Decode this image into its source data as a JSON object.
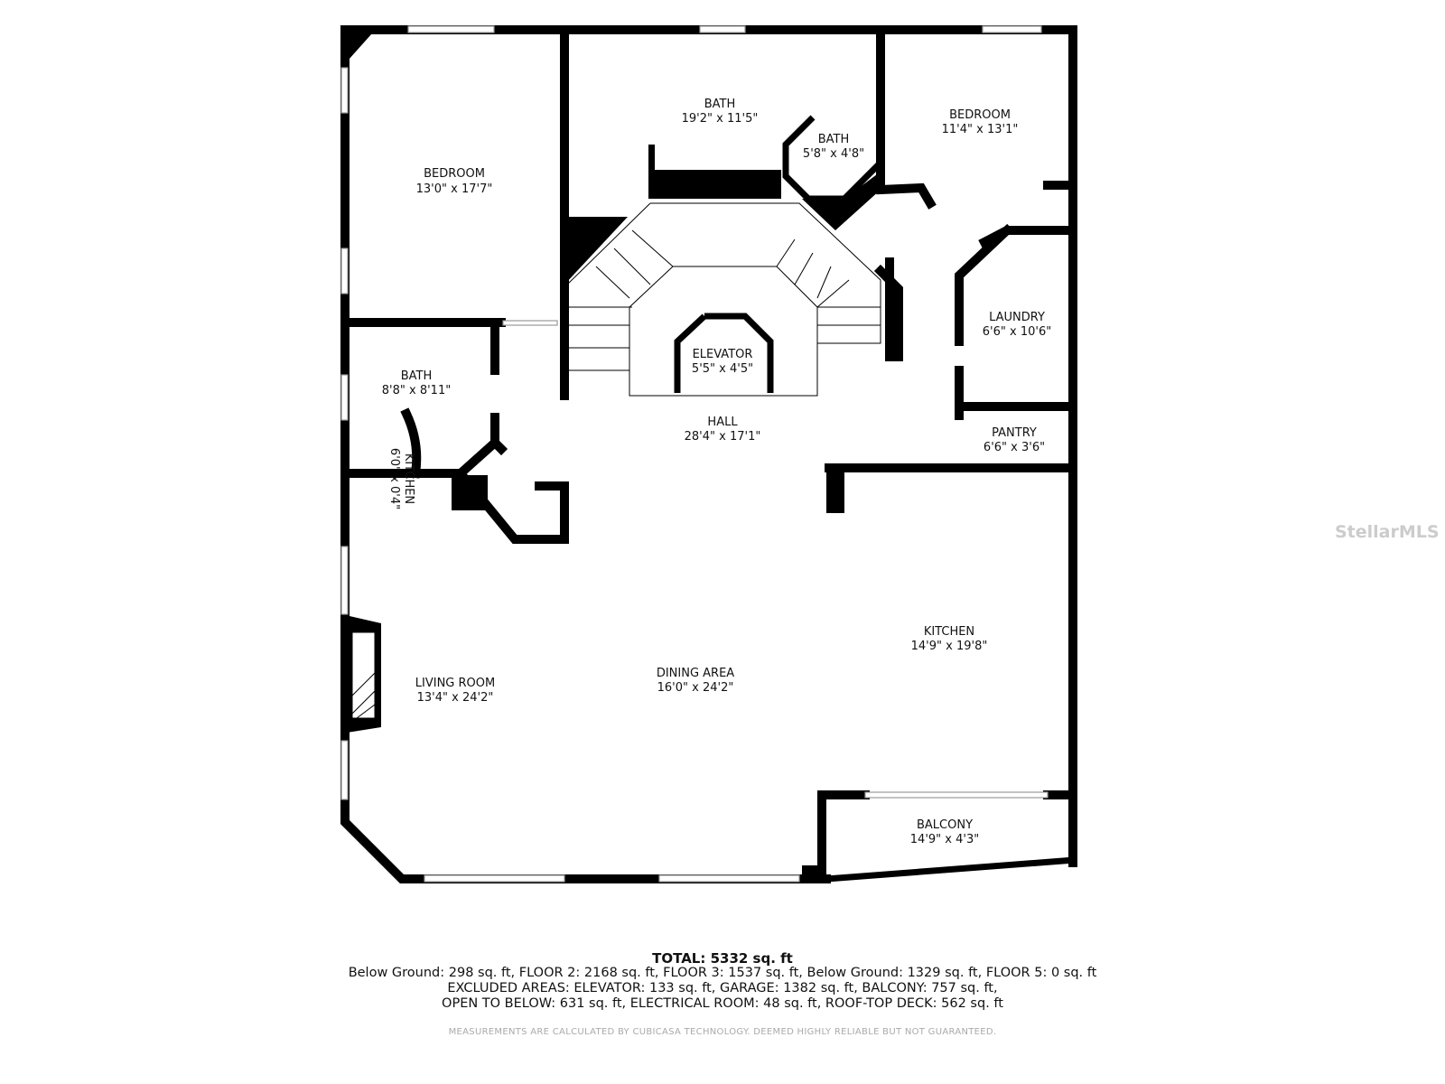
{
  "rooms": {
    "bedroom1": {
      "name": "BEDROOM",
      "size": "13'0\" x 17'7\""
    },
    "bath1": {
      "name": "BATH",
      "size": "19'2\" x 11'5\""
    },
    "bath2": {
      "name": "BATH",
      "size": "5'8\" x 4'8\""
    },
    "bedroom2": {
      "name": "BEDROOM",
      "size": "11'4\" x 13'1\""
    },
    "laundry": {
      "name": "LAUNDRY",
      "size": "6'6\" x 10'6\""
    },
    "elevator": {
      "name": "ELEVATOR",
      "size": "5'5\" x 4'5\""
    },
    "bath3": {
      "name": "BATH",
      "size": "8'8\" x 8'11\""
    },
    "hall": {
      "name": "HALL",
      "size": "28'4\" x 17'1\""
    },
    "pantry": {
      "name": "PANTRY",
      "size": "6'6\" x 3'6\""
    },
    "kitchen_small": {
      "name": "KITCHEN",
      "size": "6'0\" x 0'4\""
    },
    "kitchen": {
      "name": "KITCHEN",
      "size": "14'9\" x 19'8\""
    },
    "living": {
      "name": "LIVING ROOM",
      "size": "13'4\" x 24'2\""
    },
    "dining": {
      "name": "DINING AREA",
      "size": "16'0\" x 24'2\""
    },
    "balcony": {
      "name": "BALCONY",
      "size": "14'9\" x 4'3\""
    }
  },
  "footer": {
    "total": "TOTAL: 5332 sq. ft",
    "line1": "Below Ground: 298 sq. ft, FLOOR 2: 2168 sq. ft, FLOOR 3: 1537 sq. ft, Below Ground: 1329 sq. ft, FLOOR 5: 0 sq. ft",
    "line2": "EXCLUDED AREAS: ELEVATOR: 133 sq. ft, GARAGE: 1382 sq. ft, BALCONY: 757 sq. ft,",
    "line3": "OPEN TO BELOW: 631 sq. ft, ELECTRICAL ROOM: 48 sq. ft, ROOF-TOP DECK: 562 sq. ft",
    "disclaimer": "MEASUREMENTS ARE CALCULATED BY CUBICASA TECHNOLOGY. DEEMED HIGHLY RELIABLE BUT NOT GUARANTEED."
  },
  "watermark": "StellarMLS"
}
